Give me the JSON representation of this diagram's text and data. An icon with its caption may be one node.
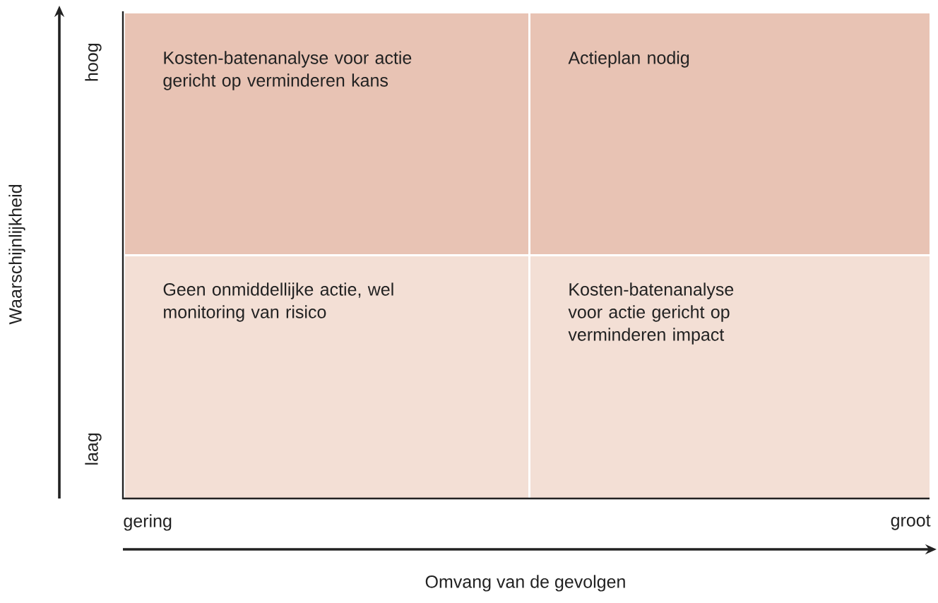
{
  "diagram": {
    "nodes": [
      {
        "text": [
          "Kosten-batenanalyse voor actie gericht op verminderen kans"
        ]
      },
      {
        "text": [
          "Actieplan nodig"
        ]
      },
      {
        "text": [
          "Geen onmiddellijke actie, wel monitoring van risico"
        ]
      },
      {
        "text": [
          "Kosten-batenanalyse voor actie gericht op verminderen impact"
        ]
      }
    ],
    "edges": [],
    "labels": [
      "hoog",
      "Waarschijnlijkheid",
      "laag",
      "gering",
      "groot",
      "Omvang van de gevolgen"
    ]
  }
}
